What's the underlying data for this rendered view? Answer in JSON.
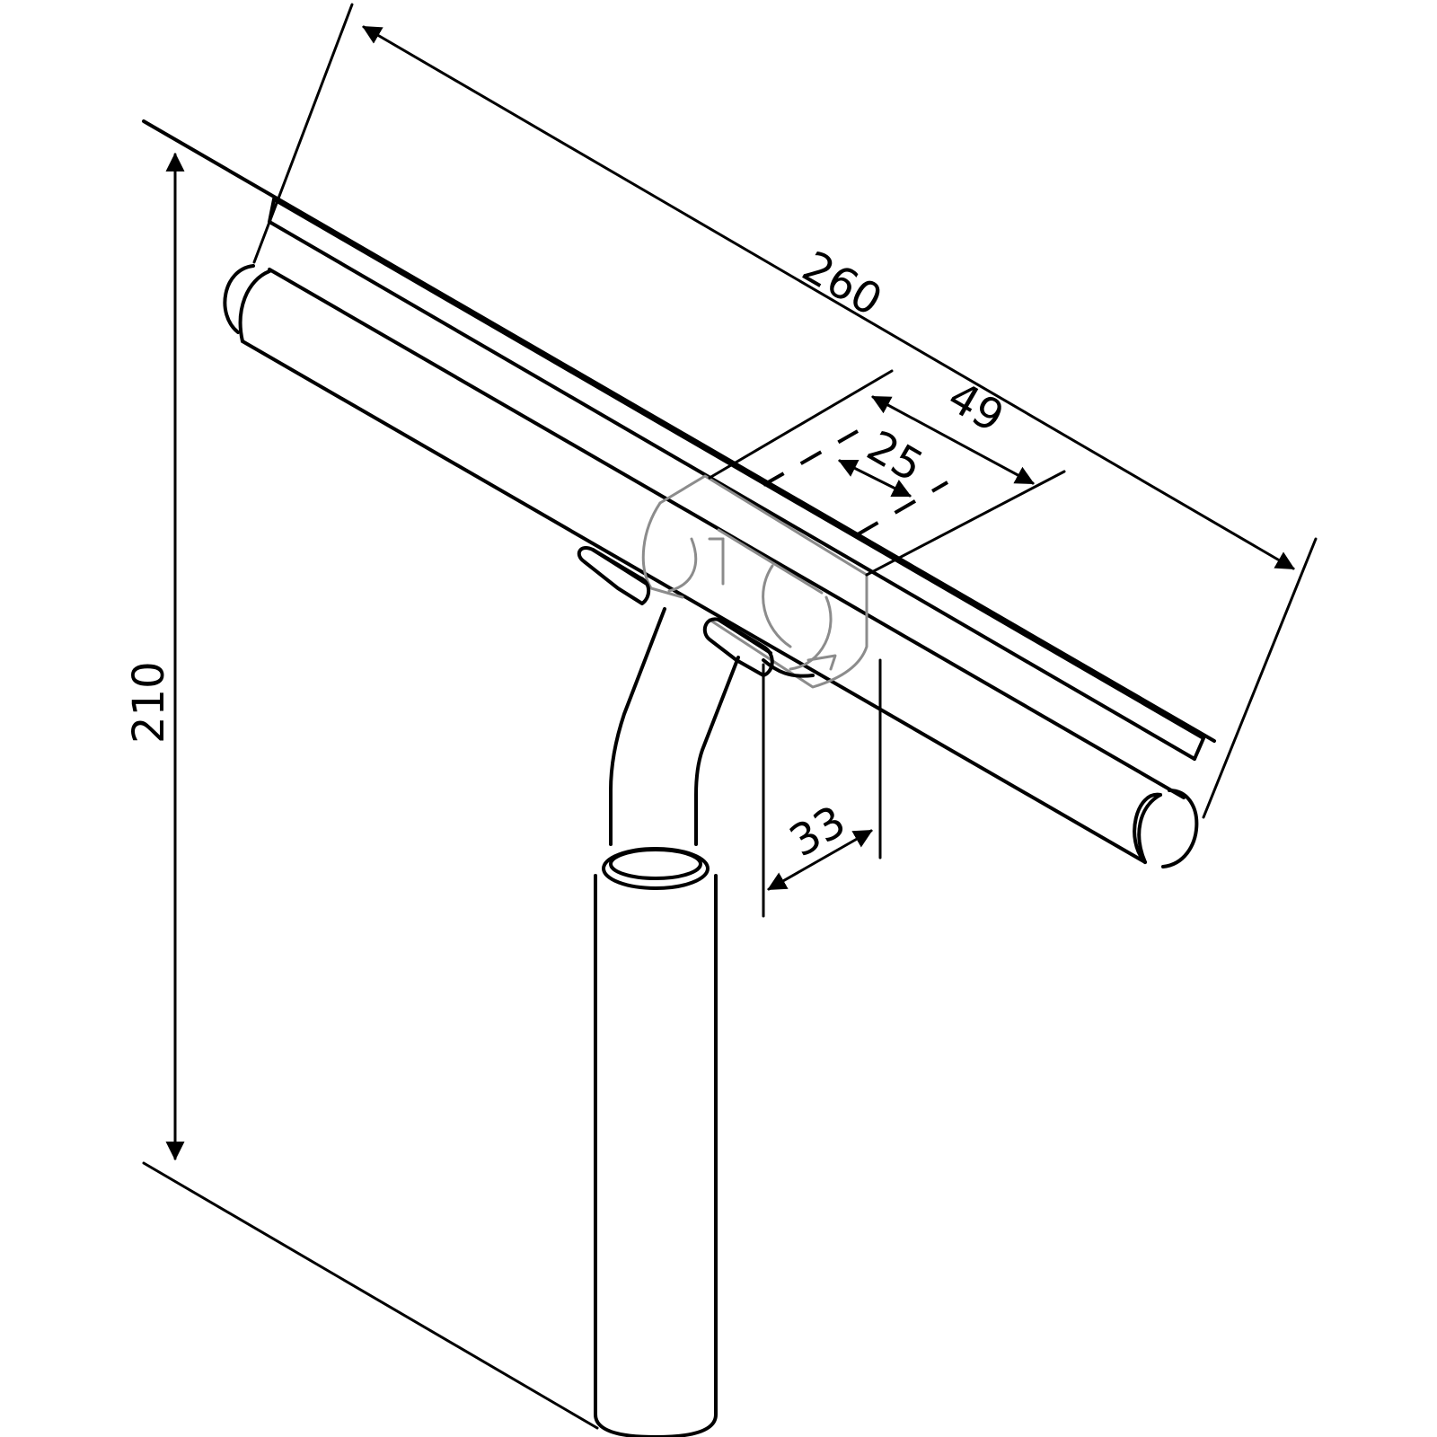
{
  "dimensions": {
    "width_total": "260",
    "height_total": "210",
    "mount_depth": "49",
    "hole_spacing": "25",
    "mount_offset": "33"
  }
}
